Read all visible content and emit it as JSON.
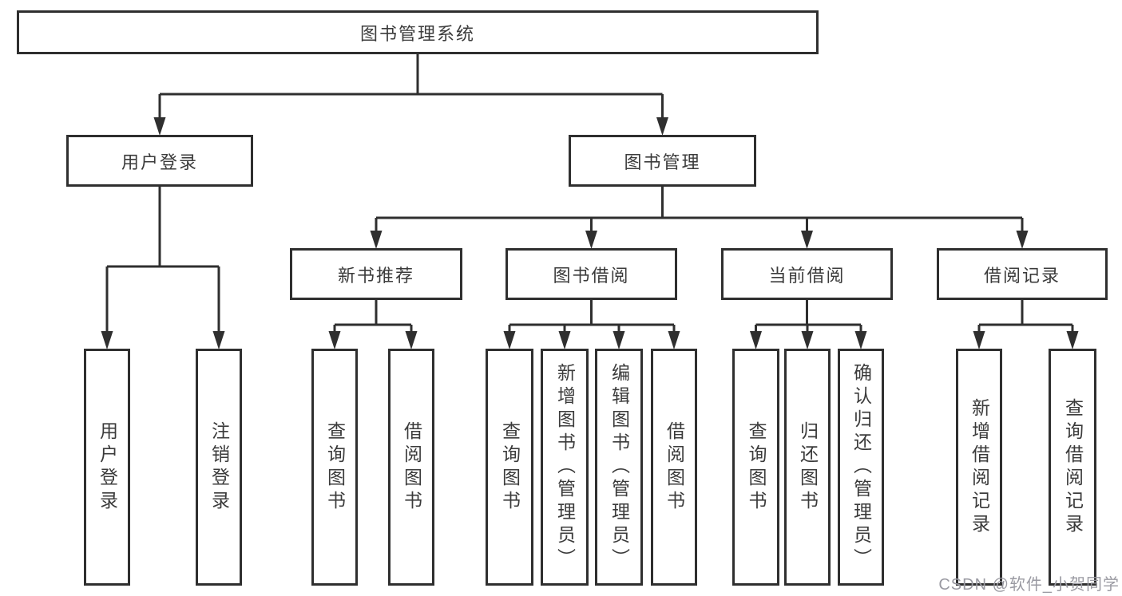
{
  "diagram_title": "图书管理系统",
  "watermark": "CSDN @软件_小贺同学",
  "colors": {
    "line": "#2f2f2f",
    "text": "#3b3b3b",
    "watermark": "#9a9aa2",
    "background": "#ffffff"
  },
  "tree": {
    "id": "root",
    "label": "图书管理系统",
    "children": [
      {
        "id": "user-login",
        "label": "用户登录",
        "children": [
          {
            "id": "leaf-user-login",
            "label": "用户登录"
          },
          {
            "id": "leaf-logout",
            "label": "注销登录"
          }
        ]
      },
      {
        "id": "book-mgmt",
        "label": "图书管理",
        "children": [
          {
            "id": "new-book-rec",
            "label": "新书推荐",
            "children": [
              {
                "id": "leaf-query-1",
                "label": "查询图书"
              },
              {
                "id": "leaf-borrow-1",
                "label": "借阅图书"
              }
            ]
          },
          {
            "id": "book-borrow",
            "label": "图书借阅",
            "children": [
              {
                "id": "leaf-query-2",
                "label": "查询图书"
              },
              {
                "id": "leaf-add-book",
                "label": "新增图书（管理员）"
              },
              {
                "id": "leaf-edit-book",
                "label": "编辑图书（管理员）"
              },
              {
                "id": "leaf-borrow-2",
                "label": "借阅图书"
              }
            ]
          },
          {
            "id": "current-borrow",
            "label": "当前借阅",
            "children": [
              {
                "id": "leaf-query-3",
                "label": "查询图书"
              },
              {
                "id": "leaf-return",
                "label": "归还图书"
              },
              {
                "id": "leaf-confirm-return",
                "label": "确认归还（管理员）"
              }
            ]
          },
          {
            "id": "borrow-records",
            "label": "借阅记录",
            "children": [
              {
                "id": "leaf-add-record",
                "label": "新增借阅记录"
              },
              {
                "id": "leaf-query-record",
                "label": "查询借阅记录"
              }
            ]
          }
        ]
      }
    ]
  }
}
